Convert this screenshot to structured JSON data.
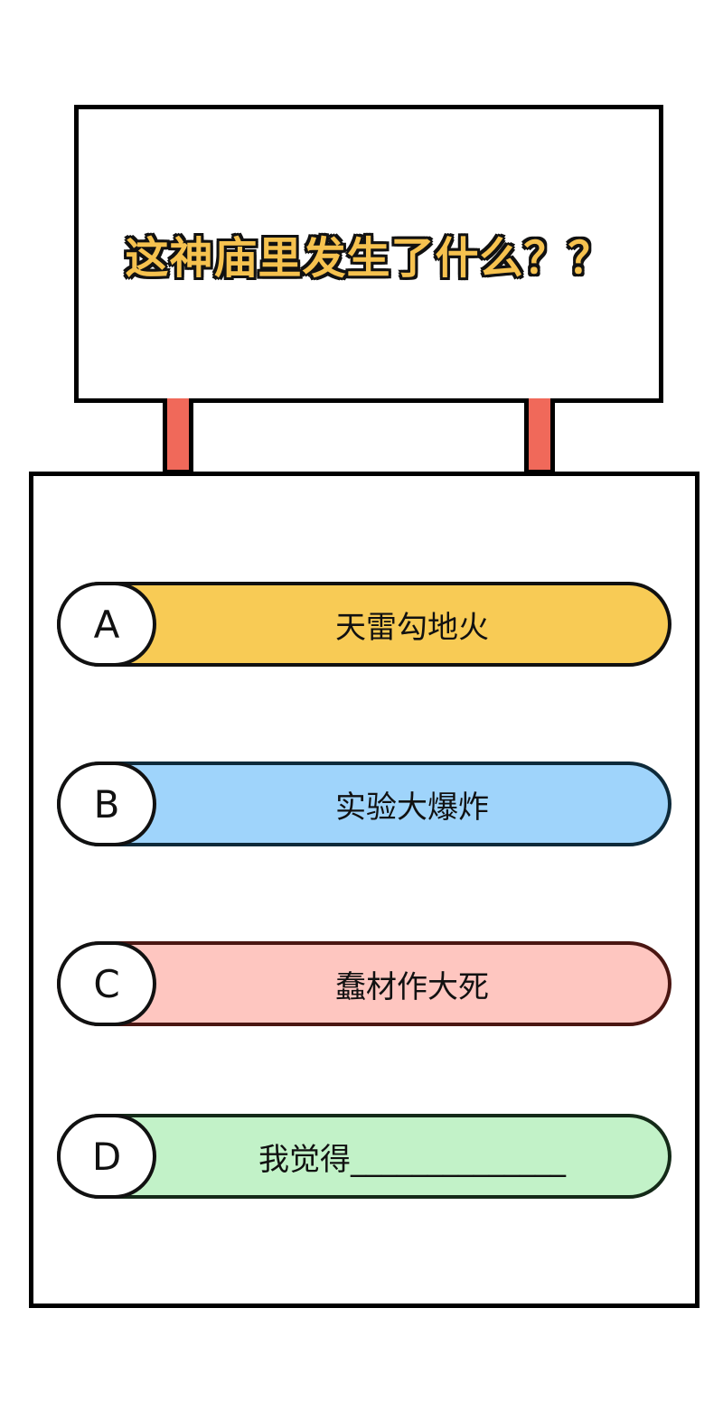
{
  "sign": {
    "title": "这神庙里发生了什么？？"
  },
  "options": [
    {
      "letter": "A",
      "text": "天雷勾地火",
      "color": "#f8cb55",
      "border": "#111111"
    },
    {
      "letter": "B",
      "text": "实验大爆炸",
      "color": "#9fd4fb",
      "border": "#0e2a3a"
    },
    {
      "letter": "C",
      "text": "蠢材作大死",
      "color": "#fec6c0",
      "border": "#4a1612"
    },
    {
      "letter": "D",
      "text": "我觉得______________",
      "color": "#c2f2c8",
      "border": "#142a18"
    }
  ],
  "colors": {
    "post": "#f0695a",
    "title_fill": "#f6c24f"
  }
}
